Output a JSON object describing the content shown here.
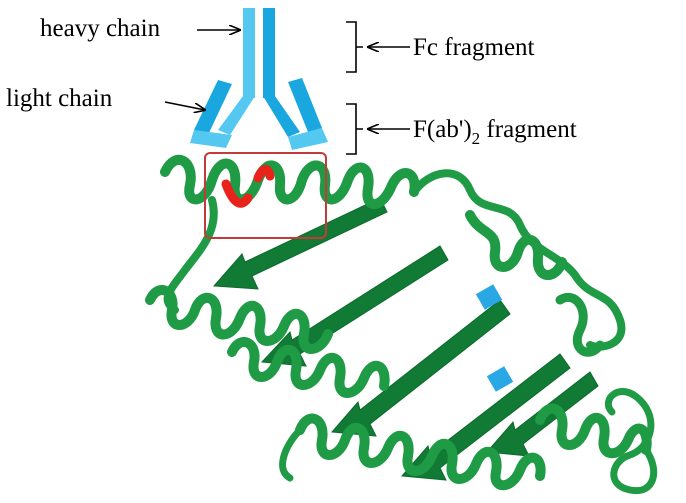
{
  "labels": {
    "heavy_chain": "heavy  chain",
    "light_chain": "light  chain",
    "fc_fragment": "Fc fragment",
    "fab_prefix": "F(ab",
    "fab_prime": "'",
    "fab_close": ")",
    "fab_subscript": "2",
    "fab_suffix": " fragment"
  },
  "colors": {
    "antibody_light": "#55c8f2",
    "antibody_dark": "#1aa6de",
    "protein_green": "#1f9a45",
    "protein_green_dark": "#117a34",
    "epitope_red": "#e8231b",
    "highlight_box": "#c23a3a",
    "blue_patch": "#2aa8e6"
  }
}
